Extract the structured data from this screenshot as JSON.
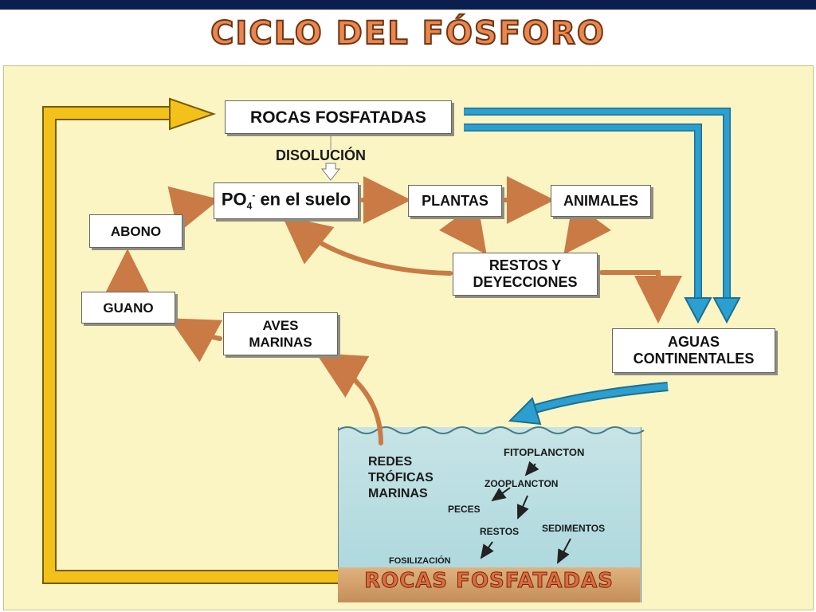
{
  "title": "CICLO DEL FÓSFORO",
  "nodes": {
    "rocas_top": "ROCAS FOSFATADAS",
    "disolucion": "DISOLUCIÓN",
    "po4_main": "PO",
    "po4_sub": "4",
    "po4_sup": "-",
    "po4_rest": " en el suelo",
    "plantas": "PLANTAS",
    "animales": "ANIMALES",
    "abono": "ABONO",
    "guano": "GUANO",
    "aves": "AVES\nMARINAS",
    "restos": "RESTOS Y\nDEYECCIONES",
    "aguas": "AGUAS\nCONTINENTALES"
  },
  "ocean": {
    "redes": "REDES\nTRÓFICAS\nMARINAS",
    "fitoplancton": "FITOPLANCTON",
    "zooplancton": "ZOOPLANCTON",
    "peces": "PECES",
    "restos": "RESTOS",
    "sedimentos": "SEDIMENTOS",
    "fosilizacion": "FOSILIZACIÓN",
    "rocas_bottom": "ROCAS FOSFATADAS"
  },
  "colors": {
    "yellow_arrow": "#f2c21b",
    "blue_arrow": "#2b9fcf",
    "brown_arrow": "#c97a45",
    "background": "#fbf5c3"
  }
}
